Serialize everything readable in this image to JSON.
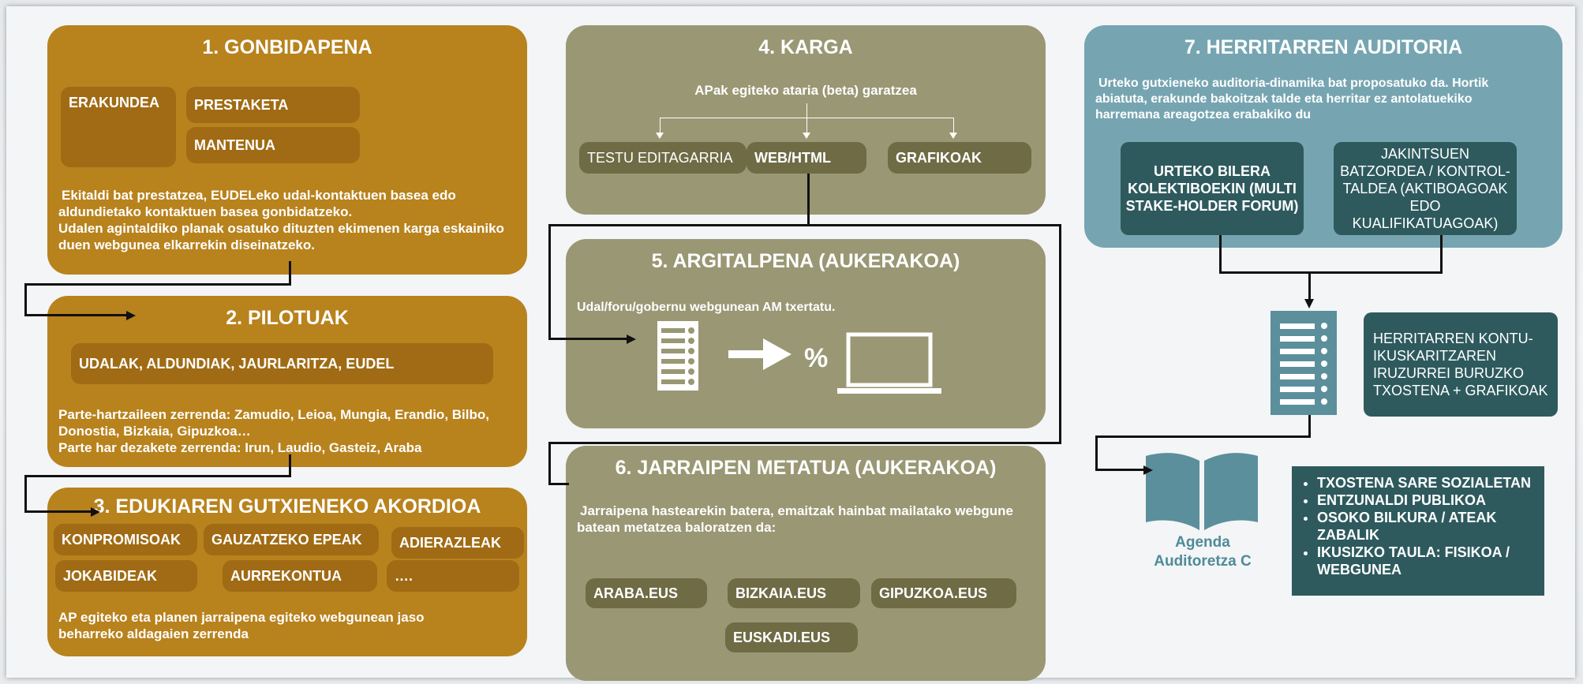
{
  "p1": {
    "title": "1. GONBIDAPENA",
    "erakundea": "ERAKUNDEA",
    "prestaketa": "PRESTAKETA",
    "mantenua": "MANTENUA",
    "text": "Ekitaldi bat prestatzea, EUDELeko udal-kontaktuen basea edo aldundietako kontaktuen basea gonbidatzeko.\nUdalen agintaldiko planak osatuko dituzten ekimenen karga eskainiko duen webgunea elkarrekin diseinatzeko."
  },
  "p2": {
    "title": "2. PILOTUAK",
    "entities": "UDALAK, ALDUNDIAK, JAURLARITZA, EUDEL",
    "text": "Parte-hartzaileen zerrenda: Zamudio, Leioa, Mungia, Erandio, Bilbo, Donostia, Bizkaia, Gipuzkoa…\nParte har dezakete zerrenda: Irun, Laudio, Gasteiz, Araba"
  },
  "p3": {
    "title": "3. EDUKIAREN GUTXIENEKO AKORDIOA",
    "pills": [
      "KONPROMISOAK",
      "GAUZATZEKO EPEAK",
      "ADIERAZLEAK",
      "JOKABIDEAK",
      "AURREKONTUA",
      "…."
    ],
    "text": "AP egiteko eta planen jarraipena egiteko webgunean jaso beharreko aldagaien zerrenda"
  },
  "p4": {
    "title": "4. KARGA",
    "subtitle": "APak egiteko ataria (beta) garatzea",
    "pills": [
      "TESTU EDITAGARRIA",
      "WEB/HTML",
      "GRAFIKOAK"
    ]
  },
  "p5": {
    "title": "5. ARGITALPENA (AUKERAKOA)",
    "text": "Udal/foru/gobernu webgunean AM txertatu.",
    "percent": "%"
  },
  "p6": {
    "title": "6. JARRAIPEN METATUA (AUKERAKOA)",
    "text": "Jarraipena hastearekin batera, emaitzak hainbat mailatako webgune batean metatzea baloratzen da:",
    "sites": [
      "ARABA.EUS",
      "BIZKAIA.EUS",
      "GIPUZKOA.EUS",
      "EUSKADI.EUS"
    ]
  },
  "p7": {
    "title": "7. HERRITARREN AUDITORIA",
    "text": "Urteko gutxieneko auditoria-dinamika bat proposatuko da. Hortik abiatuta, erakunde bakoitzak talde eta herritar ez antolatuekiko harremana areagotzea erabakiko du",
    "box1": "URTEKO BILERA KOLEKTIBOEKIN (MULTI STAKE-HOLDER FORUM)",
    "box2": "JAKINTSUEN BATZORDEA / KONTROL-TALDEA (AKTIBOAGOAK EDO KUALIFIKATUAGOAK)"
  },
  "report": "HERRITARREN KONTU-IKUSKARITZAREN IRUZURREI BURUZKO TXOSTENA + GRAFIKOAK",
  "agenda": {
    "line1": "Agenda",
    "line2": "Auditoretza C"
  },
  "bullets": [
    "TXOSTENA SARE SOZIALETAN",
    "ENTZUNALDI PUBLIKOA",
    "OSOKO BILKURA / ATEAK ZABALIK",
    "IKUSIZKO TAULA: FISIKOA / WEBGUNEA"
  ],
  "colors": {
    "gold": "#b8821d",
    "olive": "#9a9774",
    "teal": "#76a5b1",
    "dark_teal": "#2e5a5e"
  },
  "icons": [
    "document-list-icon",
    "arrow-right-icon",
    "laptop-icon",
    "checklist-icon",
    "open-book-icon"
  ]
}
